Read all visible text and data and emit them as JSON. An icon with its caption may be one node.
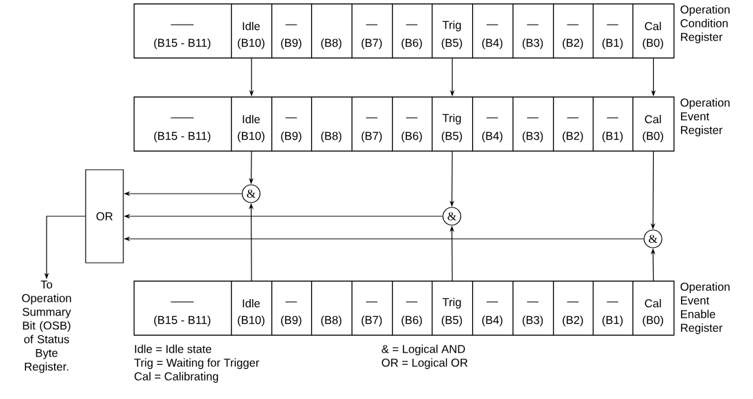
{
  "diagram": {
    "nodes": [
      {
        "text": [
          "Operation Condition Register"
        ]
      },
      {
        "text": [
          "——",
          "(B15 - B11)"
        ],
        "in": 0
      },
      {
        "text": [
          "Idle",
          "(B10)"
        ],
        "in": 0
      },
      {
        "text": [
          "—",
          "(B9)"
        ],
        "in": 0
      },
      {
        "text": [
          "(B8)"
        ],
        "in": 0
      },
      {
        "text": [
          "—",
          "(B7)"
        ],
        "in": 0
      },
      {
        "text": [
          "—",
          "(B6)"
        ],
        "in": 0
      },
      {
        "text": [
          "Trig",
          "(B5)"
        ],
        "in": 0
      },
      {
        "text": [
          "—",
          "(B4)"
        ],
        "in": 0
      },
      {
        "text": [
          "—",
          "(B3)"
        ],
        "in": 0
      },
      {
        "text": [
          "—",
          "(B2)"
        ],
        "in": 0
      },
      {
        "text": [
          "—",
          "(B1)"
        ],
        "in": 0
      },
      {
        "text": [
          "Cal",
          "(B0)"
        ],
        "in": 0
      },
      {
        "text": [
          "Operation Event Register"
        ]
      },
      {
        "text": [
          "——",
          "(B15 - B11)"
        ],
        "in": 13
      },
      {
        "text": [
          "Idle",
          "(B10)"
        ],
        "in": 13
      },
      {
        "text": [
          "—",
          "(B9)"
        ],
        "in": 13
      },
      {
        "text": [
          "(B8)"
        ],
        "in": 13
      },
      {
        "text": [
          "—",
          "(B7)"
        ],
        "in": 13
      },
      {
        "text": [
          "—",
          "(B6)"
        ],
        "in": 13
      },
      {
        "text": [
          "Trig",
          "(B5)"
        ],
        "in": 13
      },
      {
        "text": [
          "—",
          "(B4)"
        ],
        "in": 13
      },
      {
        "text": [
          "—",
          "(B3)"
        ],
        "in": 13
      },
      {
        "text": [
          "—",
          "(B2)"
        ],
        "in": 13
      },
      {
        "text": [
          "—",
          "(B1)"
        ],
        "in": 13
      },
      {
        "text": [
          "Cal",
          "(B0)"
        ],
        "in": 13
      },
      {
        "text": [
          "OR"
        ]
      },
      {
        "text": [
          "&"
        ]
      },
      {
        "text": [
          "&"
        ]
      },
      {
        "text": [
          "&"
        ]
      },
      {
        "text": [
          "Operation Event Enable Register"
        ]
      },
      {
        "text": [
          "——",
          "(B15 - B11)"
        ],
        "in": 30
      },
      {
        "text": [
          "Idle",
          "(B10)"
        ],
        "in": 30
      },
      {
        "text": [
          "—",
          "(B9)"
        ],
        "in": 30
      },
      {
        "text": [
          "(B8)"
        ],
        "in": 30
      },
      {
        "text": [
          "—",
          "(B7)"
        ],
        "in": 30
      },
      {
        "text": [
          "—",
          "(B6)"
        ],
        "in": 30
      },
      {
        "text": [
          "Trig",
          "(B5)"
        ],
        "in": 30
      },
      {
        "text": [
          "—",
          "(B4)"
        ],
        "in": 30
      },
      {
        "text": [
          "—",
          "(B3)"
        ],
        "in": 30
      },
      {
        "text": [
          "—",
          "(B2)"
        ],
        "in": 30
      },
      {
        "text": [
          "—",
          "(B1)"
        ],
        "in": 30
      },
      {
        "text": [
          "Cal",
          "(B0)"
        ],
        "in": 30
      },
      {
        "text": [
          "To Operation Summary Bit (OSB) of Status Byte Register."
        ]
      }
    ],
    "edges": [
      {
        "from": 2,
        "to": 15,
        "arrow": "to"
      },
      {
        "from": 7,
        "to": 20,
        "arrow": "to"
      },
      {
        "from": 12,
        "to": 25,
        "arrow": "to"
      },
      {
        "from": 15,
        "to": 27,
        "arrow": "to"
      },
      {
        "from": 32,
        "to": 27,
        "arrow": "to"
      },
      {
        "from": 27,
        "to": 26,
        "arrow": "to"
      },
      {
        "from": 20,
        "to": 28,
        "arrow": "to"
      },
      {
        "from": 37,
        "to": 28,
        "arrow": "to"
      },
      {
        "from": 28,
        "to": 26,
        "arrow": "to"
      },
      {
        "from": 25,
        "to": 29,
        "arrow": "to"
      },
      {
        "from": 42,
        "to": 29,
        "arrow": "to"
      },
      {
        "from": 29,
        "to": 26,
        "arrow": "to"
      },
      {
        "from": 26,
        "to": 43,
        "arrow": "to"
      }
    ],
    "labels": [
      "Idle = Idle state",
      "& = Logical AND",
      "Trig = Waiting for Trigger",
      "OR = Logical OR",
      "Cal = Calibrating"
    ]
  }
}
